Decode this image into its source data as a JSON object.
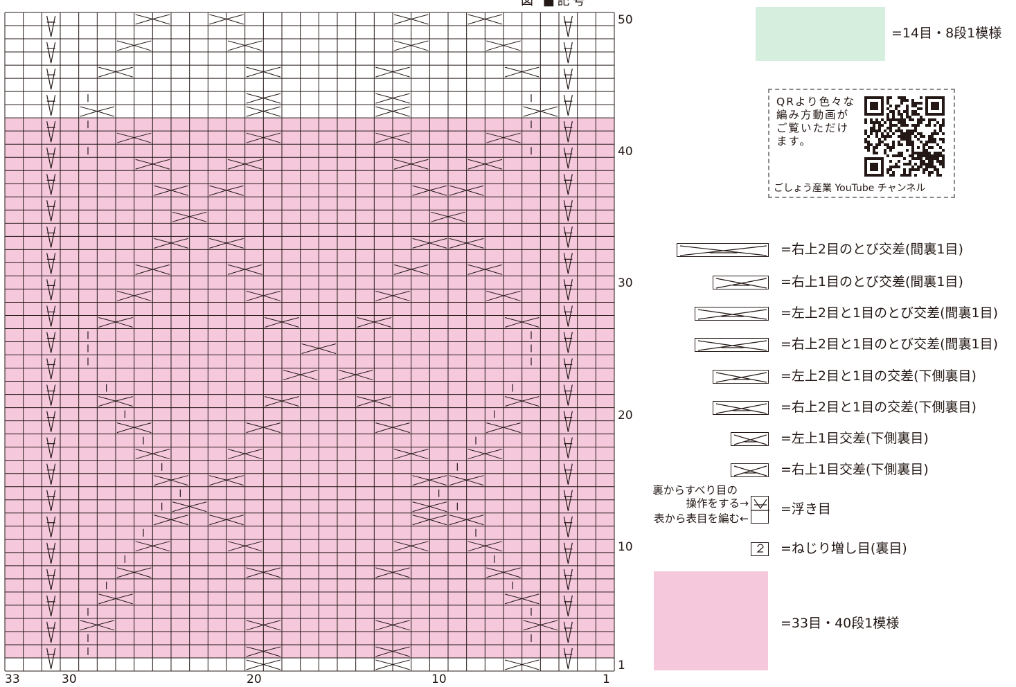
{
  "chart": {
    "header_partial": "図 ■記号",
    "col_labels": [
      "33",
      "30",
      "20",
      "10",
      "1"
    ],
    "row_labels": [
      "50",
      "40",
      "30",
      "20",
      "10",
      "1"
    ]
  },
  "legend": {
    "green_label": "=14目・8段1模様",
    "pink_label": "=33目・40段1模様",
    "qr": {
      "text": "QRより色々な編み方動画がご覧いただけます。",
      "caption": "ごしょう産業 YouTube チャンネル"
    },
    "symbols": [
      {
        "icon": "cross-2-2-skip-icon",
        "label": "=右上2目のとび交差(間裏1目)"
      },
      {
        "icon": "cross-1-1-skip-icon",
        "label": "=右上1目のとび交差(間裏1目)"
      },
      {
        "icon": "left-cross-2-1-skip-icon",
        "label": "=左上2目と1目のとび交差(間裏1目)"
      },
      {
        "icon": "right-cross-2-1-skip-icon",
        "label": "=右上2目と1目のとび交差(間裏1目)"
      },
      {
        "icon": "left-cross-2-1-icon",
        "label": "=左上2目と1目の交差(下側裏目)"
      },
      {
        "icon": "right-cross-2-1-icon",
        "label": "=右上2目と1目の交差(下側裏目)"
      },
      {
        "icon": "left-cross-1-icon",
        "label": "=左上1目交差(下側裏目)"
      },
      {
        "icon": "right-cross-1-icon",
        "label": "=右上1目交差(下側裏目)"
      },
      {
        "icon": "float-stitch-icon",
        "label": "=浮き目"
      },
      {
        "icon": "twisted-increase-icon",
        "label": "=ねじり増し目(裏目)"
      }
    ],
    "float_note": {
      "line1": "裏からすべり目の",
      "line2": "操作をする→",
      "line3": "表から表目を編む←"
    }
  },
  "colors": {
    "pink": "#f5c8dc",
    "green": "#d6eedd",
    "line": "#231815"
  }
}
